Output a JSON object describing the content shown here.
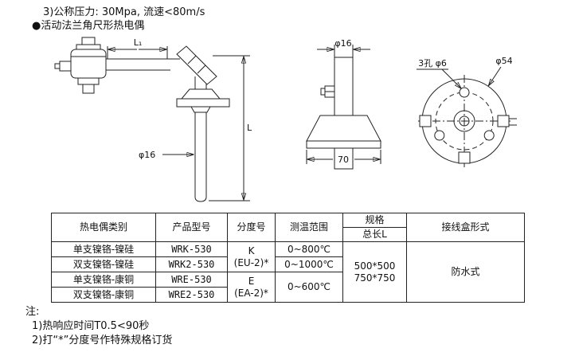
{
  "header": {
    "line1": "3)公称压力: 30Mpa, 流速<80m/s",
    "line2": "●活动法兰角尺形热电偶"
  },
  "drawing": {
    "side": {
      "dim_l1": "L₁",
      "dim_l": "L",
      "probe_dia": "φ16"
    },
    "front": {
      "top_dia": "φ16",
      "base_width": "70"
    },
    "top": {
      "holes_label": "3孔 φ6",
      "outer_dia": "φ54"
    }
  },
  "table": {
    "headers": {
      "category": "热电偶类别",
      "model": "产品型号",
      "graduation": "分度号",
      "range": "测温范围",
      "spec": "规格",
      "spec_sub": "总长L",
      "junction": "接线盒形式"
    },
    "rows": [
      {
        "category": "单支镍铬-镍硅",
        "model": "WRK-530",
        "range": "0~800℃"
      },
      {
        "category": "双支镍铬-镍硅",
        "model": "WRK2-530",
        "range": "0~1000℃"
      },
      {
        "category": "单支镍铬-康铜",
        "model": "WRE-530",
        "range": "0~600℃"
      },
      {
        "category": "双支镍铬-康铜",
        "model": "WRE2-530"
      }
    ],
    "graduations": [
      {
        "code": "K",
        "note": "(EU-2)*"
      },
      {
        "code": "E",
        "note": "(EA-2)*"
      }
    ],
    "spec_values": [
      "500*500",
      "750*750"
    ],
    "junction_value": "防水式"
  },
  "notes": {
    "label": "注:",
    "item1": "1)热响应时间T0.5<90秒",
    "item2": "2)打“*”分度号作特殊规格订货"
  }
}
